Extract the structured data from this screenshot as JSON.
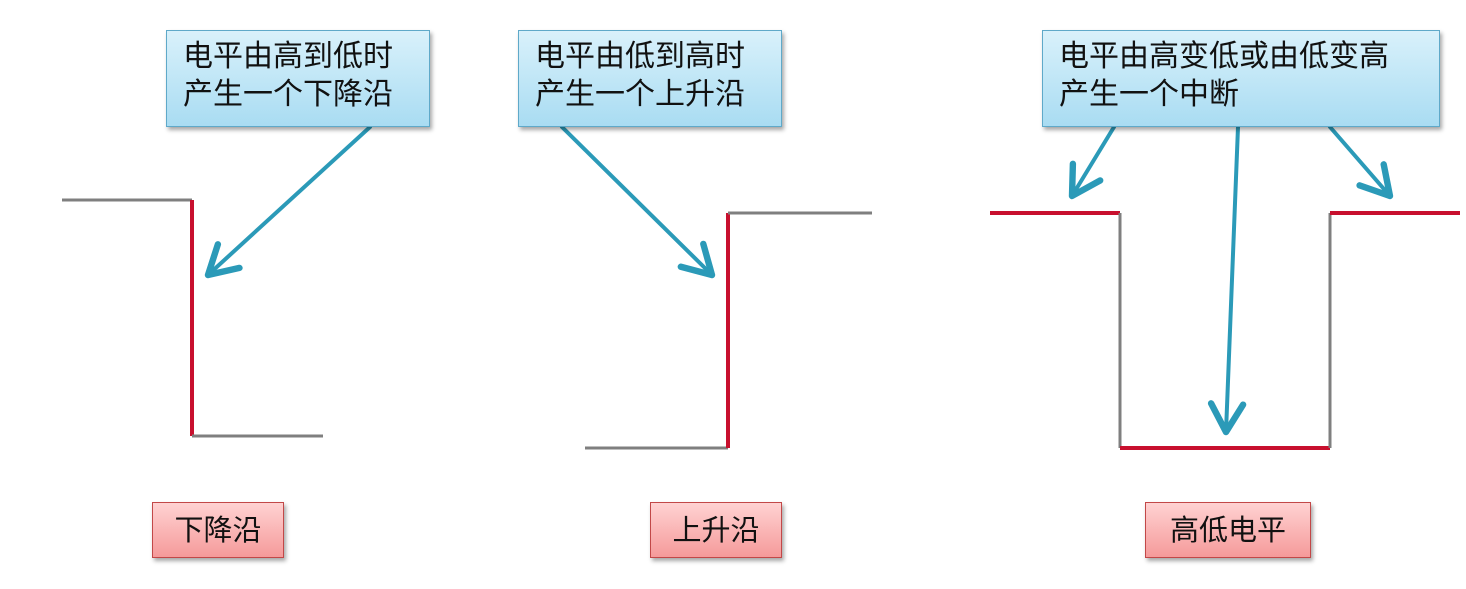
{
  "callouts": {
    "falling": {
      "line1": "电平由高到低时",
      "line2": "产生一个下降沿"
    },
    "rising": {
      "line1": "电平由低到高时",
      "line2": "产生一个上升沿"
    },
    "level": {
      "line1": "电平由高变低或由低变高",
      "line2": "产生一个中断"
    }
  },
  "labels": {
    "falling": "下降沿",
    "rising": "上升沿",
    "level": "高低电平"
  },
  "colors": {
    "signal_gray": "#7f7f7f",
    "edge_red": "#c8102e",
    "arrow_teal": "#2b9ab8",
    "callout_fill": "#bfe6f6",
    "label_fill": "#f7b4b4"
  }
}
